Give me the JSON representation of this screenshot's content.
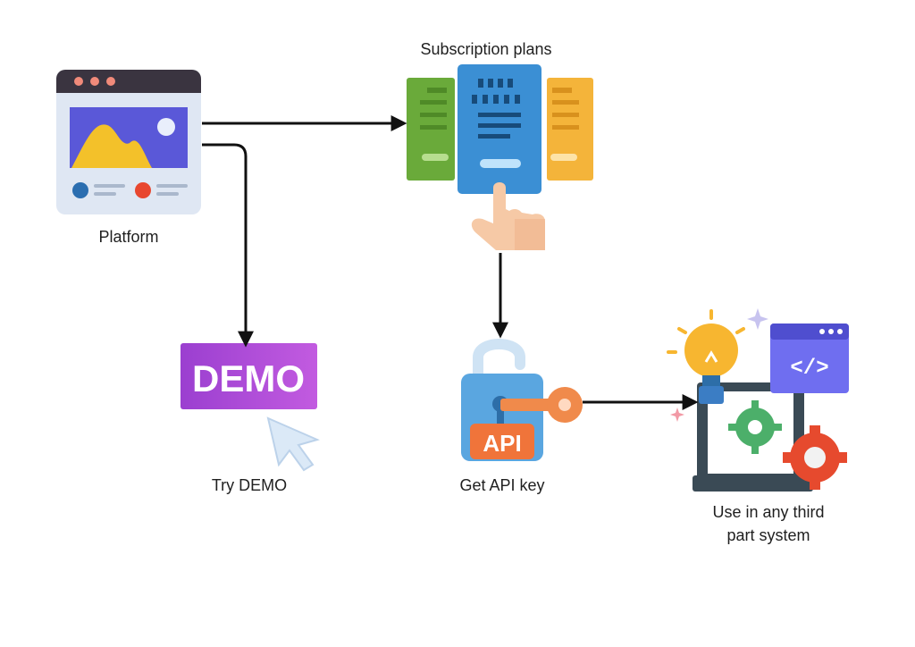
{
  "nodes": {
    "platform": {
      "label": "Platform"
    },
    "subscription": {
      "label": "Subscription plans"
    },
    "demo": {
      "label": "Try DEMO",
      "badge_text": "DEMO"
    },
    "api_key": {
      "label": "Get API key",
      "badge_text": "API"
    },
    "third_party": {
      "label_line1": "Use in any third",
      "label_line2": "part system",
      "code_text": "</>"
    }
  },
  "colors": {
    "arrow": "#111111",
    "demo_left": "#9b3fd0",
    "demo_right": "#c25be0",
    "plan_blue": "#3b8fd4",
    "plan_green": "#6aaa3a",
    "plan_yellow": "#f4b43a",
    "lock_blue": "#5aa6e0",
    "api_orange": "#f08a4b",
    "gear_green": "#4caf6a",
    "gear_red": "#e64a2e",
    "bulb_yellow": "#f7b630",
    "window_purple": "#6f6ef0"
  },
  "icons": [
    "browser-window-icon",
    "pricing-cards-icon",
    "pointing-hand-icon",
    "demo-badge-icon",
    "cursor-arrow-icon",
    "padlock-icon",
    "key-icon",
    "lightbulb-icon",
    "code-window-icon",
    "gear-icon",
    "laptop-icon",
    "sparkle-icon"
  ]
}
